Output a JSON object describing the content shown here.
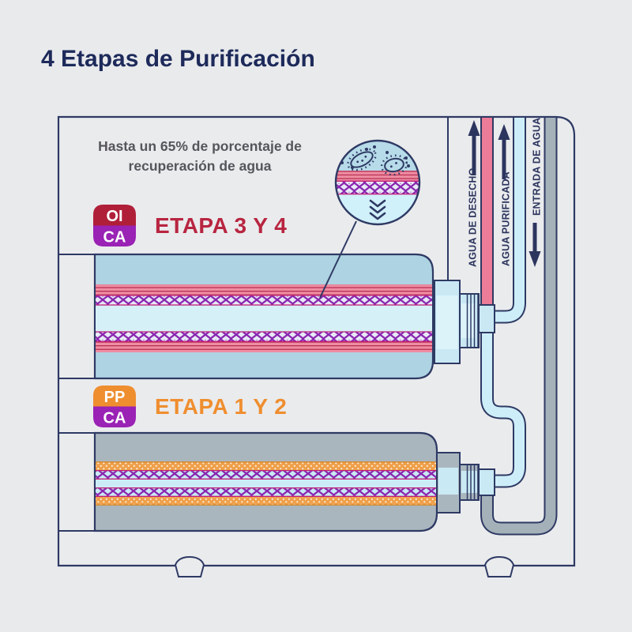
{
  "title": "4 Etapas de Purificación",
  "recovery_note": {
    "line1": "Hasta un 65% de porcentaje de",
    "line2": "recuperación de agua"
  },
  "stages": [
    {
      "id": "etapa-3-4",
      "badge_top": "OI",
      "badge_bottom": "CA",
      "label": "ETAPA 3 Y 4",
      "badge_top_color": "#b01f38",
      "badge_bottom_color": "#9a22b5",
      "label_color": "#b82540"
    },
    {
      "id": "etapa-1-2",
      "badge_top": "PP",
      "badge_bottom": "CA",
      "label": "ETAPA 1 Y 2",
      "badge_top_color": "#ef8e2f",
      "badge_bottom_color": "#9a22b5",
      "label_color": "#ef8e2f"
    }
  ],
  "pipes": [
    {
      "id": "agua-de-desecho",
      "label": "AGUA DE DESECHO",
      "direction": "up",
      "color": "#ec7c97"
    },
    {
      "id": "agua-purificada",
      "label": "AGUA PURIFICADA",
      "direction": "up",
      "color": "#cdeef9"
    },
    {
      "id": "entrada-de-agua",
      "label": "ENTRADA DE AGUA",
      "direction": "down",
      "color": "#a5b1b9"
    }
  ],
  "colors": {
    "background": "#e9eaec",
    "title": "#1d2a5a",
    "note": "#55565b",
    "outline_navy": "#2e3a64",
    "cylinder_blue": "#aed3e2",
    "cylinder_gray": "#aab6be",
    "membrane_center_blue": "#d6f0f8",
    "neck_blue": "#c9e8f4",
    "pink_band": "#ee8da2",
    "pink_band_line": "#b93054",
    "purple_lattice": "#8a27b0",
    "lattice_edge_magenta": "#c21d74",
    "orange_band": "#efa04b",
    "magnifier_top_blue": "#b7dbe9",
    "magnifier_bottom_blue": "#d0f0fa"
  }
}
